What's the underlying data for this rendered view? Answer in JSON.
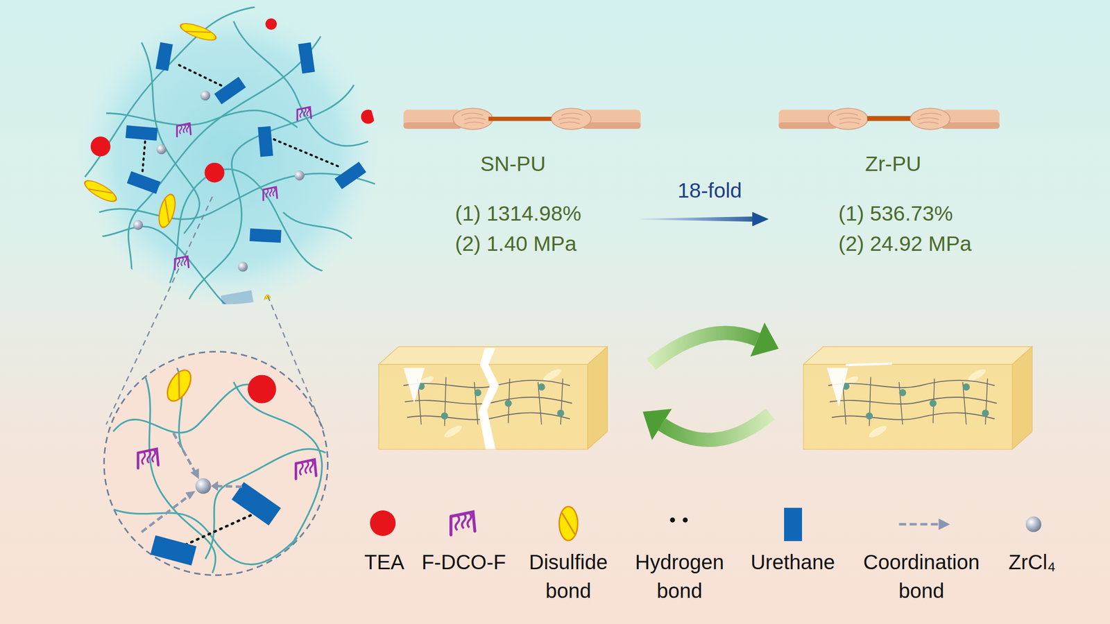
{
  "diagram": {
    "nodes": [
      {
        "text": [
          "SN-PU",
          "(1) 1314.98%",
          "(2) 1.40 MPa"
        ]
      },
      {
        "text": [
          "Zr-PU",
          "(1) 536.73%",
          "(2) 24.92 MPa"
        ]
      }
    ],
    "edges": [
      {
        "from": 0,
        "to": 1,
        "arrow": "to",
        "label": "18-fold"
      }
    ],
    "legend": [
      {
        "text": "TEA",
        "color": "#e8141b"
      },
      {
        "text": "F-DCO-F"
      },
      {
        "text": "Disulfide bond"
      },
      {
        "text": "Hydrogen bond"
      },
      {
        "text": "Urethane",
        "color": "#0f67b5"
      },
      {
        "text": "Coordination bond"
      },
      {
        "text": "ZrCl₄"
      }
    ]
  }
}
